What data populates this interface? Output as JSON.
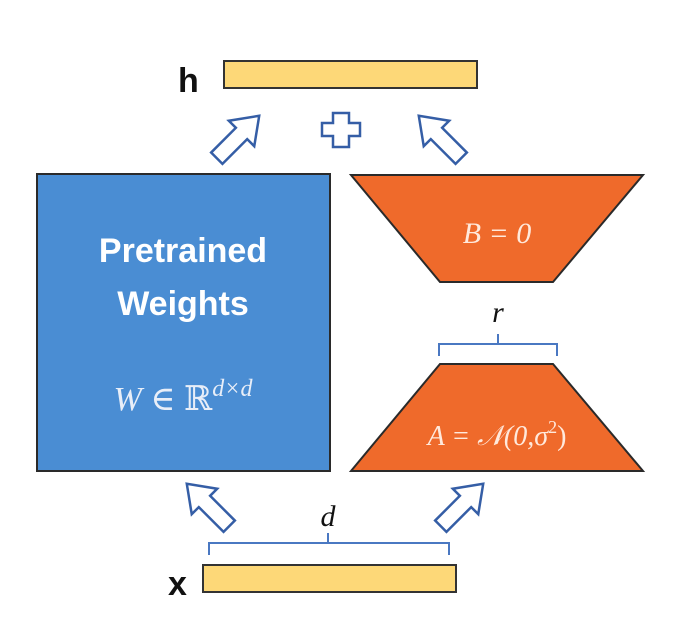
{
  "output_label": "h",
  "input_label": "x",
  "plus_symbol": "+",
  "pretrained": {
    "title_line1": "Pretrained",
    "title_line2": "Weights",
    "formula_W": "W",
    "formula_in": " ∈ ℝ",
    "formula_sup": "d×d"
  },
  "matrix_B": {
    "label": "B = 0"
  },
  "matrix_A": {
    "label_main": "A = 𝒩(0,σ",
    "label_sup": "2",
    "label_end": ")"
  },
  "rank_label": "r",
  "dim_label": "d",
  "colors": {
    "blue_fill": "#4a8dd3",
    "orange_fill": "#ef6a2b",
    "vector_fill": "#fdd878",
    "bracket_stroke": "#4a78c2",
    "arrow_stroke": "#355ea6"
  }
}
